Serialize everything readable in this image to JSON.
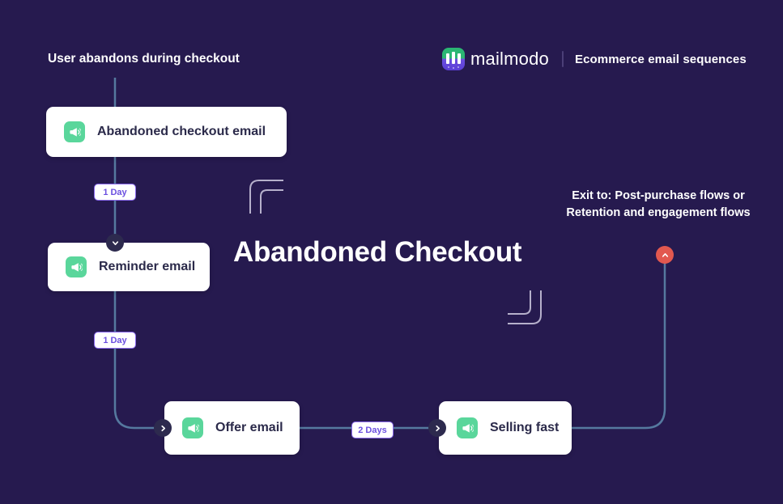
{
  "page": {
    "background_color": "#261a4f",
    "title": "Abandoned Checkout"
  },
  "brand": {
    "logo_icon": "mailmodo-logo-icon",
    "name": "mailmodo",
    "divider": "|",
    "subtitle": "Ecommerce email sequences",
    "logo_gradient_top": "#2bb673",
    "logo_gradient_bottom": "#5b3fd6"
  },
  "entry": {
    "label": "User abandons during checkout"
  },
  "exit": {
    "label": "Exit to: Post-purchase flows or Retention and engagement flows",
    "handle_icon": "chevron-up-icon",
    "handle_color": "#e2584f"
  },
  "nodes": [
    {
      "id": "abandoned-checkout-email",
      "label": "Abandoned checkout email",
      "icon": "megaphone-icon",
      "icon_color": "#5ad69b"
    },
    {
      "id": "reminder-email",
      "label": "Reminder email",
      "icon": "megaphone-icon",
      "icon_color": "#5ad69b"
    },
    {
      "id": "offer-email",
      "label": "Offer email",
      "icon": "megaphone-icon",
      "icon_color": "#5ad69b"
    },
    {
      "id": "selling-fast",
      "label": "Selling fast",
      "icon": "megaphone-icon",
      "icon_color": "#5ad69b"
    }
  ],
  "delays": [
    {
      "id": "delay-1",
      "label": "1 Day"
    },
    {
      "id": "delay-2",
      "label": "1 Day"
    },
    {
      "id": "delay-3",
      "label": "2 Days"
    }
  ],
  "handles": [
    {
      "id": "handle-reminder",
      "icon": "chevron-down-icon",
      "color": "#2d2a4e"
    },
    {
      "id": "handle-offer",
      "icon": "chevron-right-icon",
      "color": "#2d2a4e"
    },
    {
      "id": "handle-selling",
      "icon": "chevron-right-icon",
      "color": "#2d2a4e"
    },
    {
      "id": "handle-exit",
      "icon": "chevron-up-icon",
      "color": "#e2584f"
    }
  ],
  "connector": {
    "color": "#55799f"
  },
  "ornaments": [
    {
      "id": "ornament-top-right-corners",
      "icon": "rounded-corner-lines-icon"
    },
    {
      "id": "ornament-bottom-right-corners",
      "icon": "rounded-corner-lines-icon"
    }
  ]
}
